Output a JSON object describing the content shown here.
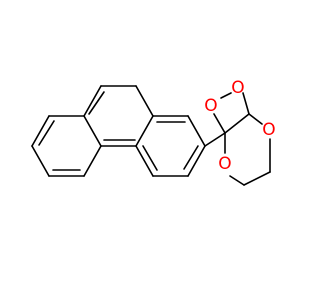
{
  "molecule": {
    "atom_labels": [
      "O",
      "O",
      "O",
      "O"
    ],
    "colors": {
      "bond": "#000000",
      "oxygen": "#ff0000",
      "background": "#ffffff"
    }
  }
}
